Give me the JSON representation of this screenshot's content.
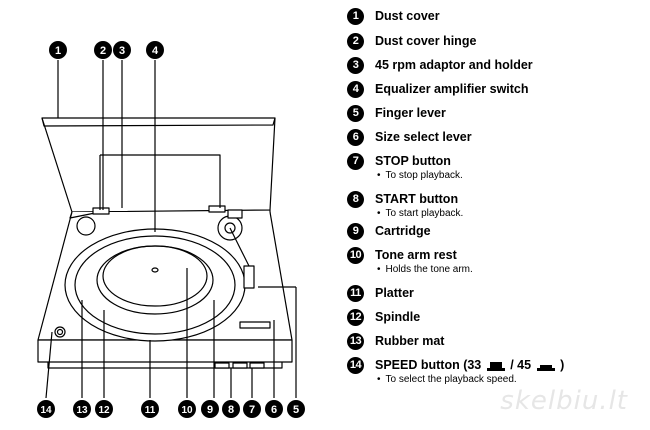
{
  "callouts": [
    {
      "num": "1",
      "label": "Dust cover"
    },
    {
      "num": "2",
      "label": "Dust cover hinge"
    },
    {
      "num": "3",
      "label": "45 rpm adaptor and holder"
    },
    {
      "num": "4",
      "label": "Equalizer amplifier switch"
    },
    {
      "num": "5",
      "label": "Finger lever"
    },
    {
      "num": "6",
      "label": "Size select lever"
    },
    {
      "num": "7",
      "label": "STOP button",
      "note": "To stop playback."
    },
    {
      "num": "8",
      "label": "START button",
      "note": "To start playback."
    },
    {
      "num": "9",
      "label": "Cartridge"
    },
    {
      "num": "10",
      "label": "Tone arm rest",
      "note": "Holds the tone arm."
    },
    {
      "num": "11",
      "label": "Platter"
    },
    {
      "num": "12",
      "label": "Spindle"
    },
    {
      "num": "13",
      "label": "Rubber mat"
    },
    {
      "num": "14",
      "label_prefix": "SPEED button (33",
      "label_mid": " / 45",
      "label_suffix": " )",
      "note": "To select the playback speed."
    }
  ],
  "watermark": "skelbiu.lt"
}
